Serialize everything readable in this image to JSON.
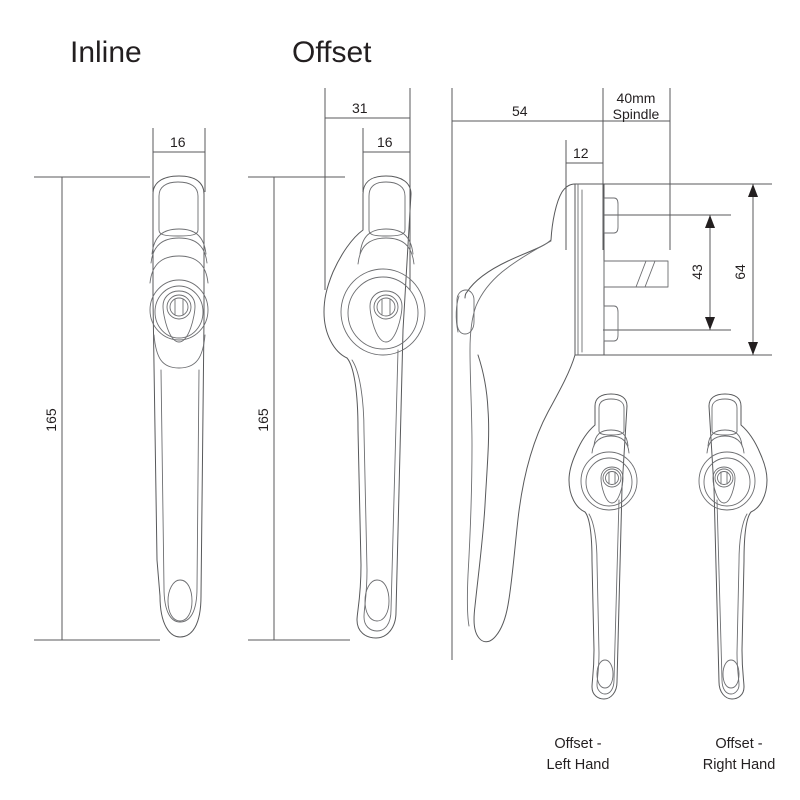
{
  "drawing": {
    "type": "technical-drawing",
    "subject": "Espagnolette window handle dimensional drawing",
    "units": "mm",
    "line_color": "#58595b",
    "text_color": "#231f20",
    "background_color": "#ffffff"
  },
  "titles": {
    "inline": "Inline",
    "offset": "Offset"
  },
  "captions": {
    "left_hand_line1": "Offset -",
    "left_hand_line2": "Left Hand",
    "right_hand_line1": "Offset -",
    "right_hand_line2": "Right Hand"
  },
  "dimensions": {
    "inline_width": "16",
    "inline_height": "165",
    "offset_total_width": "31",
    "offset_inner_width": "16",
    "offset_height": "165",
    "side_length": "54",
    "spindle_label_line1": "40mm",
    "spindle_label_line2": "Spindle",
    "rose_thickness": "12",
    "fixing_centres": "43",
    "rose_height": "64"
  },
  "views": [
    {
      "name": "inline-front-view",
      "label": "Inline"
    },
    {
      "name": "offset-front-view",
      "label": "Offset"
    },
    {
      "name": "offset-side-view",
      "label": "Side profile with 40mm spindle"
    },
    {
      "name": "offset-left-hand-view",
      "label": "Offset - Left Hand"
    },
    {
      "name": "offset-right-hand-view",
      "label": "Offset - Right Hand"
    }
  ]
}
